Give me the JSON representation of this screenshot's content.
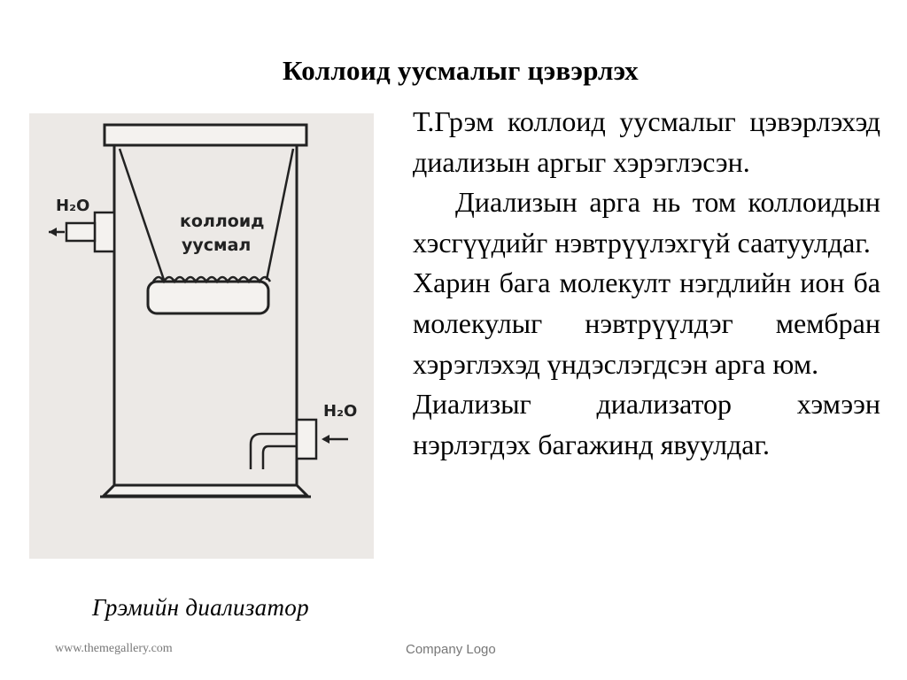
{
  "slide": {
    "title": "Коллоид уусмалыг цэвэрлэх",
    "figure": {
      "colloid_label_1": "коллоид",
      "colloid_label_2": "уусмал",
      "water_label_out": "H₂O",
      "water_label_in": "H₂O",
      "caption": "Грэмийн диализатор"
    },
    "paragraphs": [
      "Т.Грэм коллоид уусмалыг цэвэрлэхэд диализын аргыг хэрэглэсэн.",
      "Диализын арга нь том коллоидын хэсгүүдийг нэвтрүүлэхгүй саатуулдаг.",
      "Харин бага молекулт нэгдлийн ион ба молекулыг нэвтрүүлдэг мембран хэрэглэхэд үндэслэгдсэн арга юм.",
      "Диализыг диализатор хэмээн нэрлэгдэх багажинд явуулдаг."
    ],
    "footer": {
      "website": "www.themegallery.com",
      "logo_text": "Company Logo"
    }
  }
}
